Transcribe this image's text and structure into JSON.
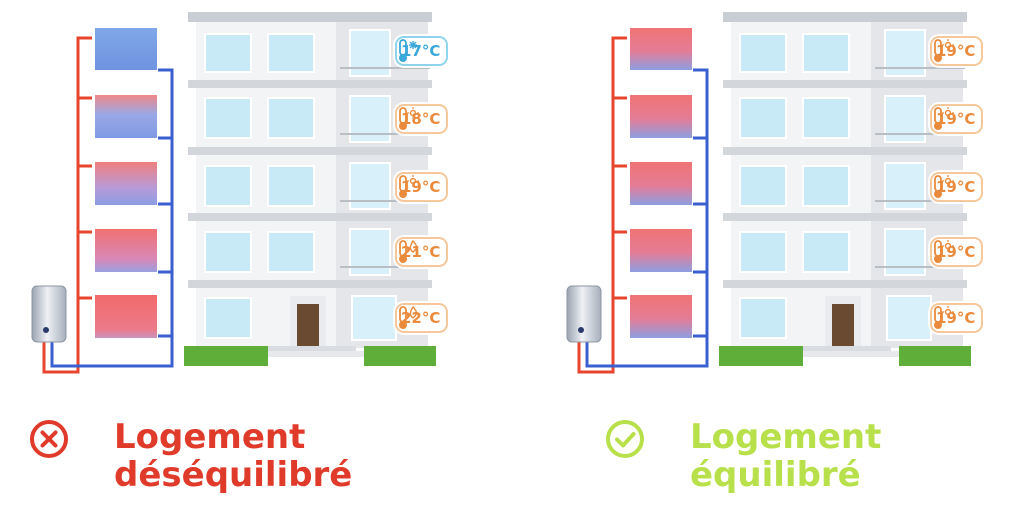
{
  "panels": [
    {
      "id": "unbalanced",
      "floors": [
        {
          "temp": "17°C",
          "kind": "cold",
          "radiator_heat": 0.0
        },
        {
          "temp": "18°C",
          "kind": "warm",
          "radiator_heat": 0.35
        },
        {
          "temp": "19°C",
          "kind": "warm",
          "radiator_heat": 0.55
        },
        {
          "temp": "21°C",
          "kind": "warm",
          "radiator_heat": 0.8
        },
        {
          "temp": "22°C",
          "kind": "warm",
          "radiator_heat": 1.0
        }
      ],
      "caption": {
        "line1": "Logement",
        "line2": "déséquilibré",
        "icon": "x-circle-icon",
        "color": "#e03a2a"
      }
    },
    {
      "id": "balanced",
      "floors": [
        {
          "temp": "19°C",
          "kind": "warm",
          "radiator_heat": 0.85
        },
        {
          "temp": "19°C",
          "kind": "warm",
          "radiator_heat": 0.85
        },
        {
          "temp": "19°C",
          "kind": "warm",
          "radiator_heat": 0.85
        },
        {
          "temp": "19°C",
          "kind": "warm",
          "radiator_heat": 0.85
        },
        {
          "temp": "19°C",
          "kind": "warm",
          "radiator_heat": 0.85
        }
      ],
      "caption": {
        "line1": "Logement",
        "line2": "équilibré",
        "icon": "check-circle-icon",
        "color": "#b8e04a"
      }
    }
  ]
}
